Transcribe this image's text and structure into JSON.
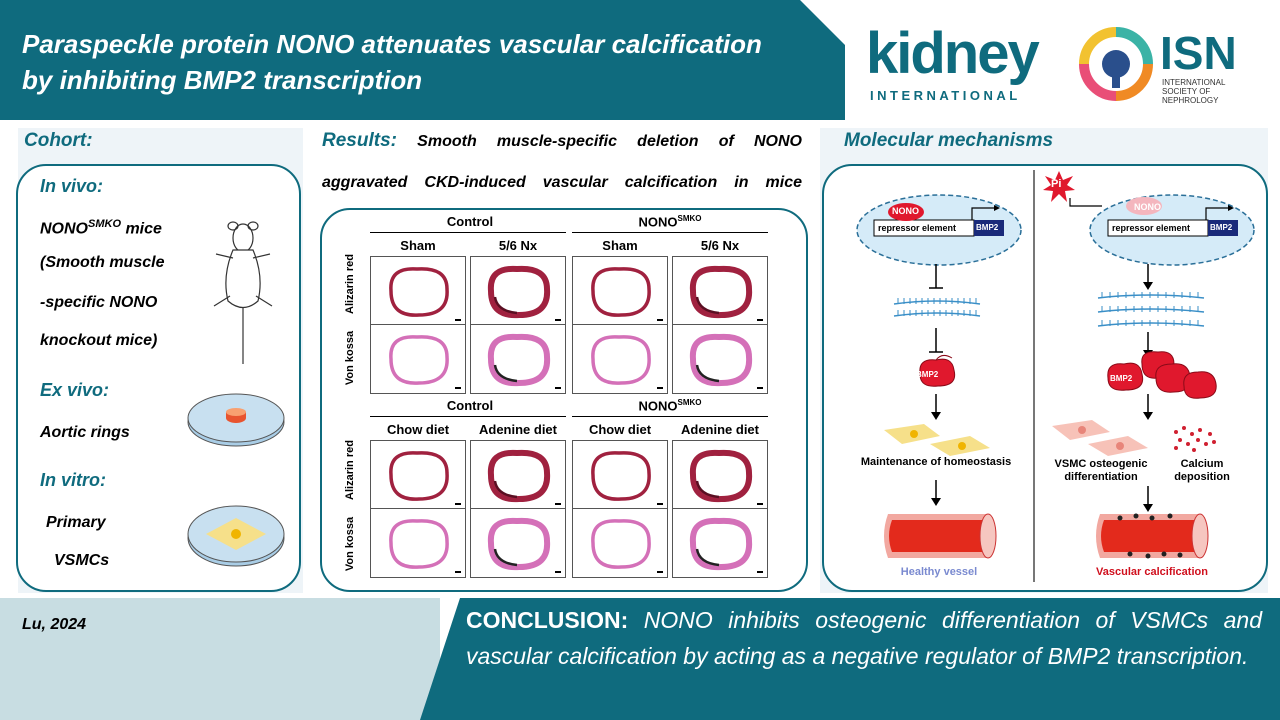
{
  "header": {
    "title_line1": "Paraspeckle protein NONO attenuates vascular calcification",
    "title_line2": "by inhibiting BMP2 transcription",
    "journal_name": "kidney",
    "journal_sub": "INTERNATIONAL",
    "society_abbr": "ISN",
    "society_full": "INTERNATIONAL SOCIETY OF NEPHROLOGY"
  },
  "cohort": {
    "title": "Cohort:",
    "in_vivo_heading": "In vivo:",
    "in_vivo_model": "NONO",
    "in_vivo_model_sup": "SMKO",
    "in_vivo_model_suffix": " mice",
    "in_vivo_desc1": "(Smooth muscle",
    "in_vivo_desc2": "-specific NONO",
    "in_vivo_desc3": "knockout mice)",
    "ex_vivo_heading": "Ex vivo:",
    "ex_vivo_text": "Aortic rings",
    "in_vitro_heading": "In vitro:",
    "in_vitro_text1": "Primary",
    "in_vitro_text2": "VSMCs"
  },
  "results": {
    "label": "Results:",
    "line1": "Smooth muscle-specific deletion of NONO",
    "line2": "aggravated CKD-induced vascular calcification in mice",
    "top_group_control": "Control",
    "top_group_nono": "NONO",
    "top_group_nono_sup": "SMKO",
    "top_cols": [
      "Sham",
      "5/6 Nx",
      "Sham",
      "5/6 Nx"
    ],
    "bottom_group_control": "Control",
    "bottom_group_nono": "NONO",
    "bottom_group_nono_sup": "SMKO",
    "bottom_cols": [
      "Chow diet",
      "Adenine diet",
      "Chow diet",
      "Adenine diet"
    ],
    "row_labels": [
      "Alizarin red",
      "Von kossa"
    ]
  },
  "mechanism": {
    "title": "Molecular mechanisms",
    "nono_label": "NONO",
    "repressor_label": "repressor element",
    "bmp2_label": "BMP2",
    "pi_label": "Pi",
    "homeostasis": "Maintenance of homeostasis",
    "vsmc_osteo": "VSMC osteogenic differentiation",
    "calcium": "Calcium deposition",
    "healthy_vessel": "Healthy vessel",
    "vascular_calc": "Vascular calcification"
  },
  "footer": {
    "author": "Lu, 2024",
    "conclusion_label": "CONCLUSION:",
    "conclusion_text": " NONO inhibits osteogenic differentiation of VSMCs and vascular calcification by acting as a negative regulator of BMP2 transcription."
  },
  "colors": {
    "brand_teal": "#0f6b7e",
    "light_panel": "#eef4f8",
    "footer_light": "#c8dde2",
    "bmp2_red": "#e0182d",
    "alizarin": "#a0213f",
    "vonkossa": "#d470b8"
  }
}
